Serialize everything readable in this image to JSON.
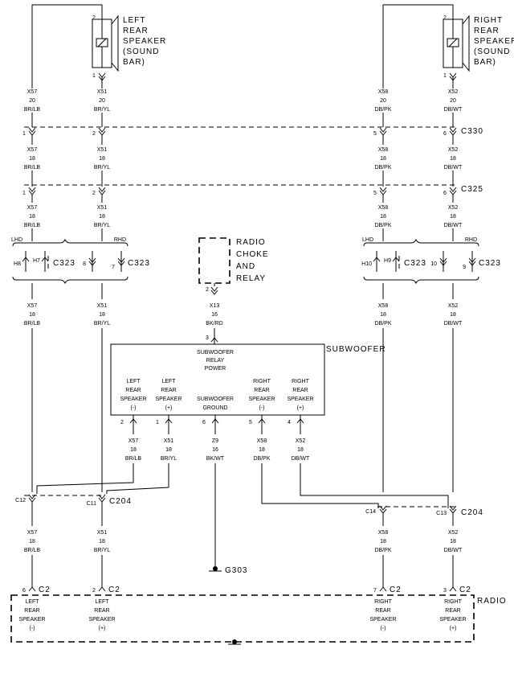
{
  "speakers": {
    "left": [
      "LEFT",
      "REAR",
      "SPEAKER",
      "(SOUND",
      "BAR)"
    ],
    "right": [
      "RIGHT",
      "REAR",
      "SPEAKER",
      "(SOUND",
      "BAR)"
    ],
    "pin_top": "2",
    "pin_bottom": "1"
  },
  "columns": [
    {
      "id": "a",
      "top": [
        "X57",
        "20",
        "BR/LB"
      ],
      "mid": [
        "X57",
        "18",
        "BR/LB"
      ],
      "pin_c330": "1",
      "pin_c325": "1"
    },
    {
      "id": "b",
      "top": [
        "X51",
        "20",
        "BR/YL"
      ],
      "mid": [
        "X51",
        "18",
        "BR/YL"
      ],
      "pin_c330": "2",
      "pin_c325": "2"
    },
    {
      "id": "c",
      "top": [
        "X58",
        "20",
        "DB/PK"
      ],
      "mid": [
        "X58",
        "18",
        "DB/PK"
      ],
      "pin_c330": "5",
      "pin_c325": "5"
    },
    {
      "id": "d",
      "top": [
        "X52",
        "20",
        "DB/WT"
      ],
      "mid": [
        "X52",
        "18",
        "DB/WT"
      ],
      "pin_c330": "6",
      "pin_c325": "6"
    }
  ],
  "connectors": {
    "c330": "C330",
    "c325": "C325",
    "c323": "C323",
    "c204": "C204",
    "c2": "C2",
    "lhd": "LHD",
    "rhd": "RHD",
    "h8": "H8",
    "h7": "H7",
    "p8": "8",
    "p7": "7",
    "h10": "H10",
    "h9": "H9",
    "p10": "10",
    "p9": "9",
    "c12": "C12",
    "c11": "C11",
    "c14": "C14",
    "c13": "C13"
  },
  "relay": {
    "label": [
      "RADIO",
      "CHOKE",
      "AND",
      "RELAY"
    ],
    "pin": "2",
    "wire": [
      "X13",
      "16",
      "BK/RD"
    ],
    "pin3": "3"
  },
  "subwoofer": {
    "label": "SUBWOOFER",
    "power": [
      "SUBWOOFER",
      "RELAY",
      "POWER"
    ],
    "terms": [
      {
        "lines": [
          "LEFT",
          "REAR",
          "SPEAKER",
          "(-)"
        ],
        "pin": "2",
        "wire": [
          "X57",
          "18",
          "BR/LB"
        ]
      },
      {
        "lines": [
          "LEFT",
          "REAR",
          "SPEAKER",
          "(+)"
        ],
        "pin": "1",
        "wire": [
          "X51",
          "18",
          "BR/YL"
        ]
      },
      {
        "lines": [
          "SUBWOOFER",
          "GROUND"
        ],
        "pin": "6",
        "wire": [
          "Z9",
          "16",
          "BK/WT"
        ]
      },
      {
        "lines": [
          "RIGHT",
          "REAR",
          "SPEAKER",
          "(-)"
        ],
        "pin": "5",
        "wire": [
          "X58",
          "18",
          "DB/PK"
        ]
      },
      {
        "lines": [
          "RIGHT",
          "REAR",
          "SPEAKER",
          "(+)"
        ],
        "pin": "4",
        "wire": [
          "X52",
          "18",
          "DB/WT"
        ]
      }
    ]
  },
  "ground": "G303",
  "radio": {
    "label": "RADIO",
    "pins": [
      "6",
      "2",
      "7",
      "3"
    ],
    "terms": [
      [
        "LEFT",
        "REAR",
        "SPEAKER",
        "(-)"
      ],
      [
        "LEFT",
        "REAR",
        "SPEAKER",
        "(+)"
      ],
      [
        "RIGHT",
        "REAR",
        "SPEAKER",
        "(-)"
      ],
      [
        "RIGHT",
        "REAR",
        "SPEAKER",
        "(+)"
      ]
    ]
  }
}
